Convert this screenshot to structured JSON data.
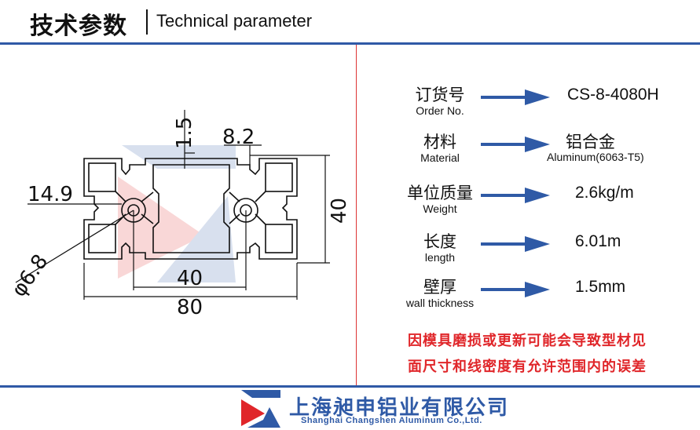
{
  "header": {
    "title_cn": "技术参数",
    "title_en": "Technical parameter"
  },
  "drawing": {
    "dim_top_wall": "1.5",
    "dim_slot": "8.2",
    "dim_offset": "14.9",
    "dim_height": "40",
    "dim_diameter": "φ6.8",
    "dim_pitch": "40",
    "dim_width": "80"
  },
  "specs": [
    {
      "label_cn": "订货号",
      "label_en": "Order No.",
      "value": "CS-8-4080H"
    },
    {
      "label_cn": "材料",
      "label_en": "Material",
      "value": "铝合金",
      "value_sub": "Aluminum(6063-T5)"
    },
    {
      "label_cn": "单位质量",
      "label_en": "Weight",
      "value": "2.6kg/m"
    },
    {
      "label_cn": "长度",
      "label_en": "length",
      "value": "6.01m"
    },
    {
      "label_cn": "壁厚",
      "label_en": "wall thickness",
      "value": "1.5mm"
    }
  ],
  "note": {
    "line1": "因模具磨损或更新可能会导致型材见",
    "line2": "面尺寸和线密度有允许范围内的误差"
  },
  "footer": {
    "company_cn": "上海昶申铝业有限公司",
    "company_en": "Shanghai  Changshen Aluminum  Co.,Ltd."
  },
  "colors": {
    "brand_blue": "#2f5aa6",
    "arrow_blue": "#2f5aa6",
    "warning_red": "#e0262a",
    "divider_red": "#dd3333"
  }
}
